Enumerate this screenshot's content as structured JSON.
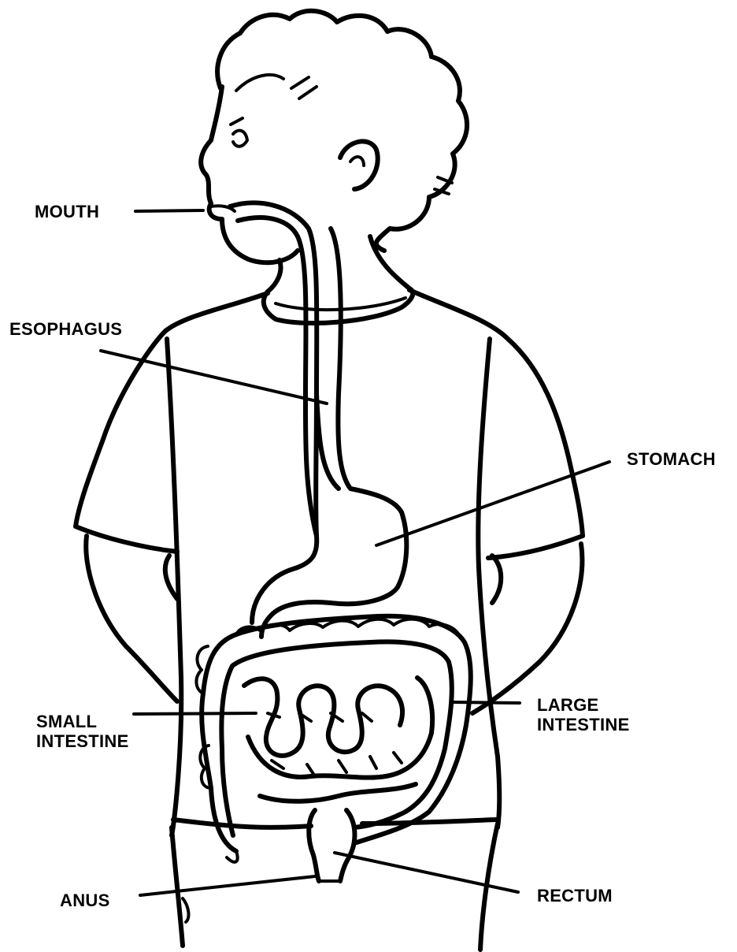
{
  "labels": {
    "mouth": "MOUTH",
    "esophagus": "ESOPHAGUS",
    "stomach": "STOMACH",
    "small_intestine": [
      "SMALL",
      "INTESTINE"
    ],
    "large_intestine": [
      "LARGE",
      "INTESTINE"
    ],
    "anus": "ANUS",
    "rectum": "RECTUM"
  },
  "colors": {
    "ink": "#000000",
    "background": "#ffffff"
  }
}
